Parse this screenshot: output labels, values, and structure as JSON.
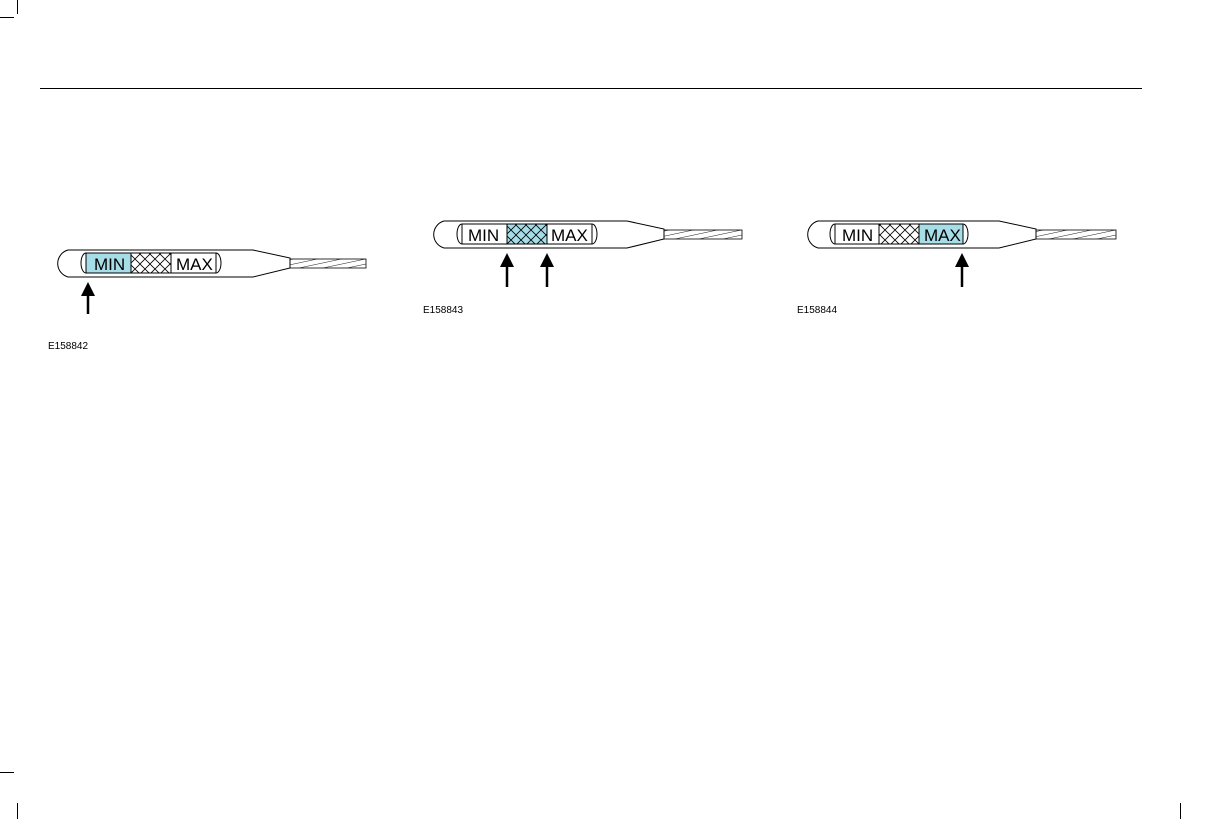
{
  "colors": {
    "highlight": "#a6dde7",
    "ink": "#000000",
    "paper": "#ffffff"
  },
  "figures": [
    {
      "id": "E158842",
      "caption": "E158842",
      "labels": {
        "min": "MIN",
        "max": "MAX"
      },
      "highlight": "min",
      "arrows": 1
    },
    {
      "id": "E158843",
      "caption": "E158843",
      "labels": {
        "min": "MIN",
        "max": "MAX"
      },
      "highlight": "mid",
      "arrows": 2
    },
    {
      "id": "E158844",
      "caption": "E158844",
      "labels": {
        "min": "MIN",
        "max": "MAX"
      },
      "highlight": "max",
      "arrows": 1
    }
  ]
}
